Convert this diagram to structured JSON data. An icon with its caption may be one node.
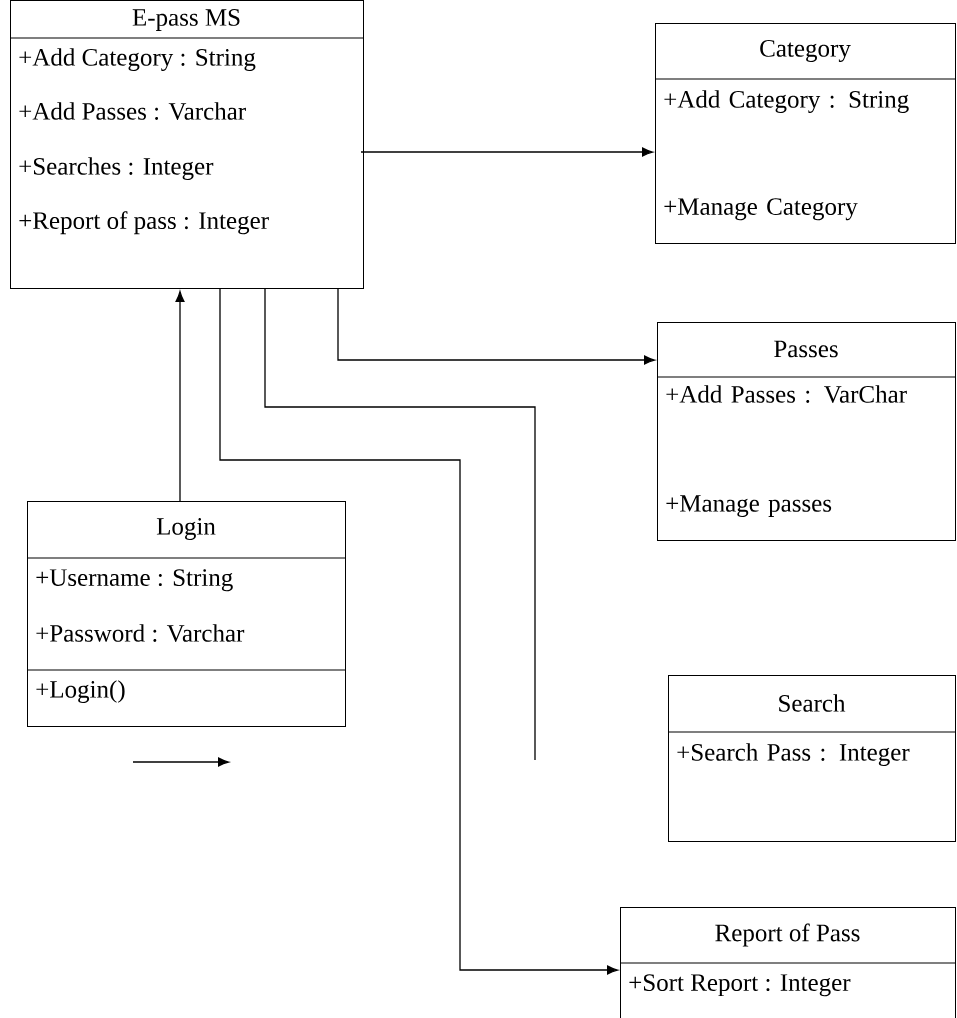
{
  "diagram": {
    "nodes": [
      {
        "text": [
          "E-pass MS",
          "+Add Category : String",
          "+Add Passes : Varchar",
          "+Searches : Integer",
          "+Report of pass : Integer"
        ]
      },
      {
        "text": [
          "Category",
          "+Add Category : String",
          "+Manage Category"
        ]
      },
      {
        "text": [
          "Passes",
          "+Add Passes : VarChar",
          "+Manage passes"
        ]
      },
      {
        "text": [
          "Login",
          "+Username : String",
          "+Password : Varchar",
          "+Login()"
        ]
      },
      {
        "text": [
          "Search",
          "+Search Pass : Integer"
        ]
      },
      {
        "text": [
          "Report of Pass",
          "+Sort Report : Integer"
        ]
      }
    ],
    "edges": [
      {
        "from": 0,
        "to": 1,
        "arrow": "to"
      },
      {
        "from": 3,
        "to": 0,
        "arrow": "to"
      },
      {
        "from": 0,
        "to": 2,
        "arrow": "to"
      },
      {
        "from": 0,
        "to": null,
        "arrow": "none"
      },
      {
        "from": 0,
        "to": 5,
        "arrow": "to"
      }
    ]
  }
}
